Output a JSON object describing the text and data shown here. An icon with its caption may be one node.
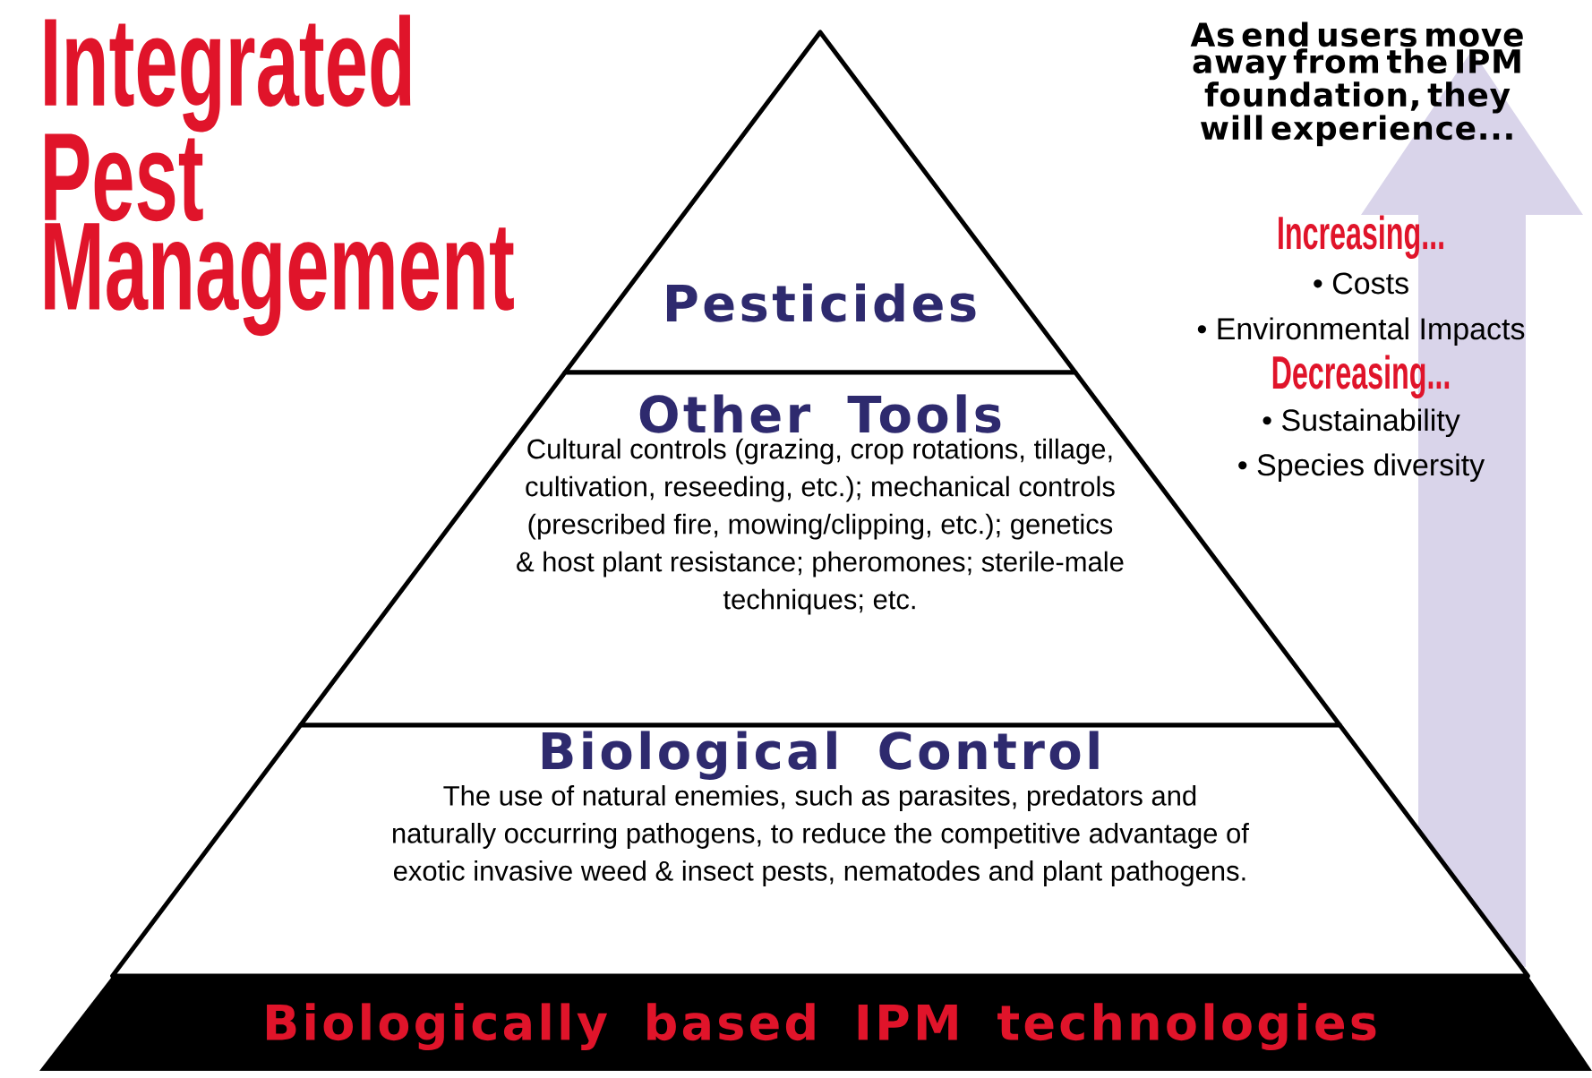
{
  "diagram": {
    "title": "Integrated Pest Management",
    "nodes": [
      {
        "text": [
          "Pesticides"
        ]
      },
      {
        "text": [
          "Other Tools",
          "Cultural controls (grazing, crop rotations, tillage, cultivation, reseeding, etc.); mechanical controls (prescribed fire, mowing/clipping, etc.); genetics & host plant resistance; pheromones; sterile-male techniques; etc."
        ]
      },
      {
        "text": [
          "Biological Control",
          "The use of natural enemies, such as parasites, predators and naturally occurring pathogens, to reduce the competitive advantage of exotic invasive weed & insect pests, nematodes and plant pathogens."
        ]
      },
      {
        "text": [
          "Biologically based IPM technologies"
        ]
      }
    ],
    "labels": [
      "As end users move away from the IPM foundation, they will experience...",
      "Increasing...",
      "• Costs",
      "• Environmental Impacts",
      "Decreasing...",
      "• Sustainability",
      "• Species diversity"
    ]
  }
}
